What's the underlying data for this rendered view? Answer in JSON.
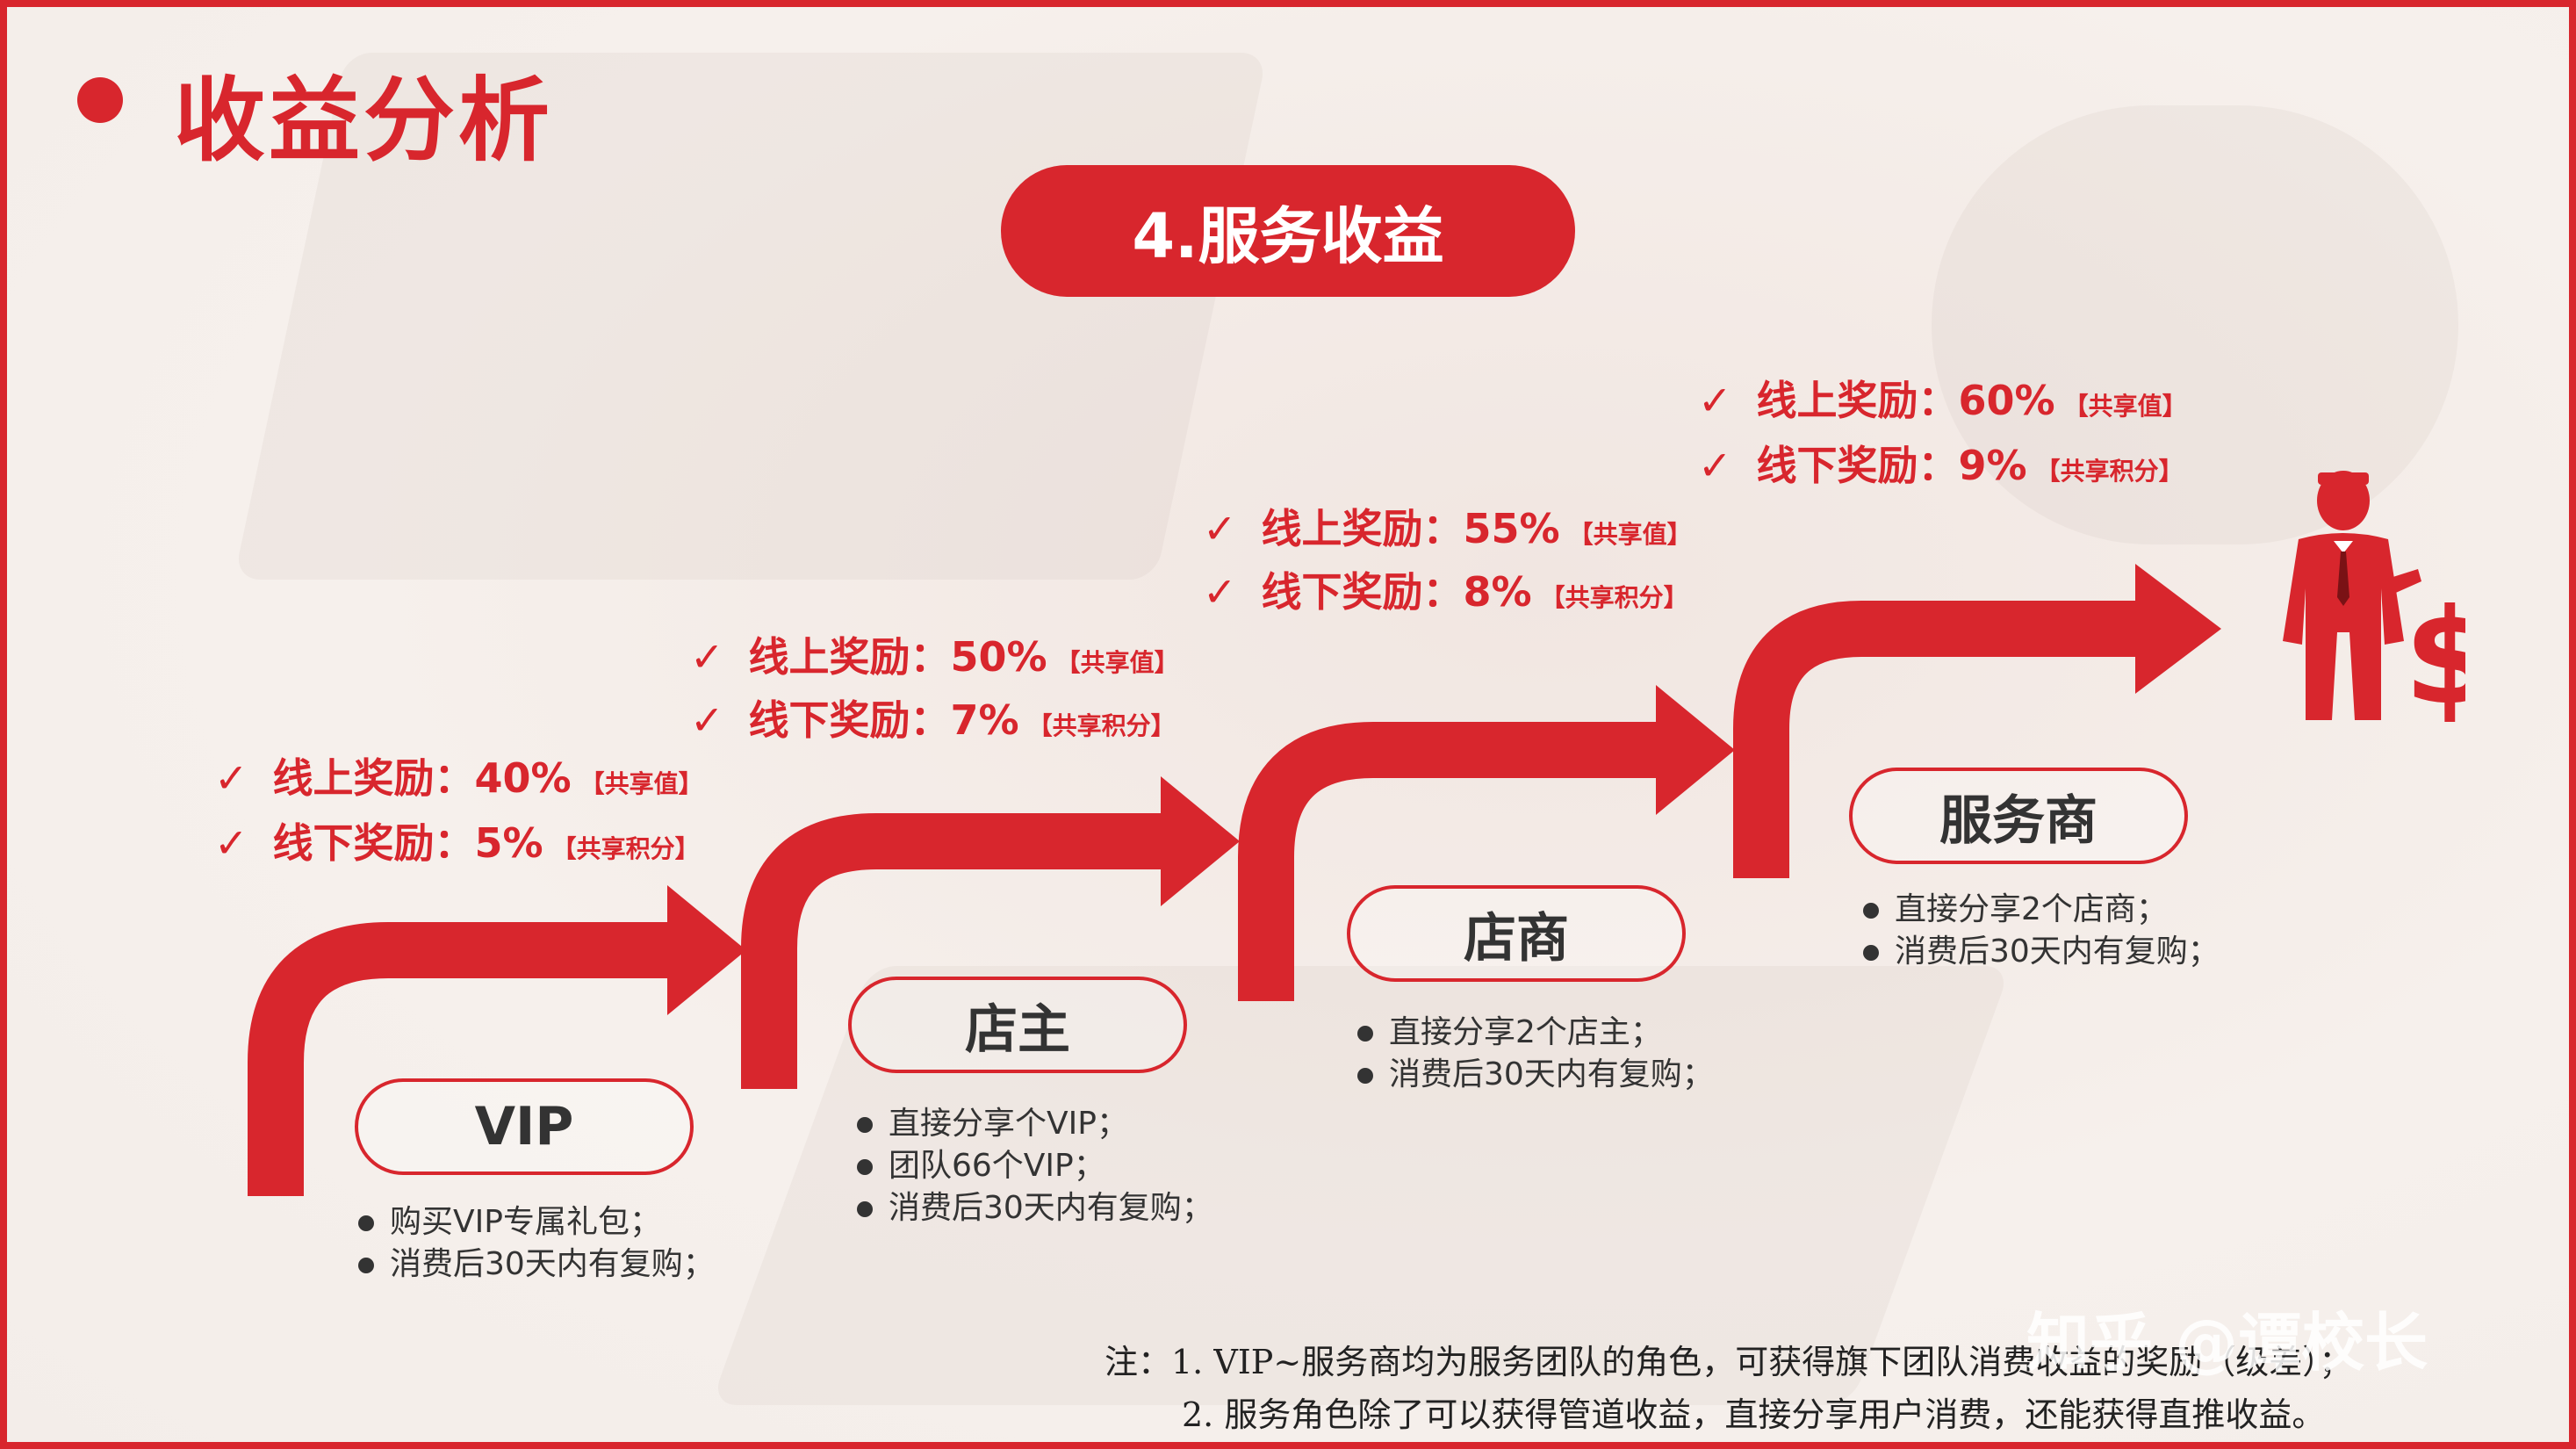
{
  "header": {
    "title": "收益分析",
    "banner": "4.服务收益"
  },
  "stages": [
    {
      "name": "VIP",
      "rewards": [
        {
          "label": "线上奖励：40%",
          "tag": "【共享值】"
        },
        {
          "label": "线下奖励：5%",
          "tag": "【共享积分】"
        }
      ],
      "bullets": [
        "购买VIP专属礼包；",
        "消费后30天内有复购；"
      ]
    },
    {
      "name": "店主",
      "rewards": [
        {
          "label": "线上奖励：50%",
          "tag": "【共享值】"
        },
        {
          "label": "线下奖励：7%",
          "tag": "【共享积分】"
        }
      ],
      "bullets": [
        "直接分享个VIP；",
        "团队66个VIP；",
        "消费后30天内有复购；"
      ]
    },
    {
      "name": "店商",
      "rewards": [
        {
          "label": "线上奖励：55%",
          "tag": "【共享值】"
        },
        {
          "label": "线下奖励：8%",
          "tag": "【共享积分】"
        }
      ],
      "bullets": [
        "直接分享2个店主；",
        "消费后30天内有复购；"
      ]
    },
    {
      "name": "服务商",
      "rewards": [
        {
          "label": "线上奖励：60%",
          "tag": "【共享值】"
        },
        {
          "label": "线下奖励：9%",
          "tag": "【共享积分】"
        }
      ],
      "bullets": [
        "直接分享2个店商；",
        "消费后30天内有复购；"
      ]
    }
  ],
  "check_glyph": "✓",
  "notes": {
    "line1": "注：1. VIP~服务商均为服务团队的角色，可获得旗下团队消费收益的奖励（级差）；",
    "line2": "2. 服务角色除了可以获得管道收益，直接分享用户消费，还能获得直推收益。"
  },
  "watermark": "知乎 @谭校长",
  "colors": {
    "accent": "#d8262d",
    "text": "#333333"
  },
  "icons": {
    "goal": "businessman-dollar-icon"
  }
}
